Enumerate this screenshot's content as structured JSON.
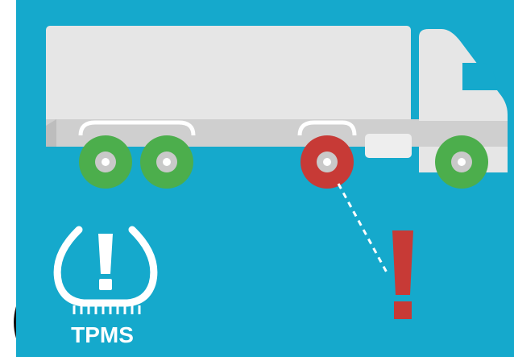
{
  "tpms_label": "TPMS",
  "alert_symbol": "!",
  "colors": {
    "background": "#15a9cc",
    "truck_body": "#e6e6e6",
    "chassis": "#cfcfcf",
    "wheel_ok": "#4cae4c",
    "wheel_alert": "#c73a36",
    "hub": "#c9c9c9",
    "alert_mark": "#c73a36",
    "tpms_icon": "#ffffff"
  },
  "icons": [
    "truck-icon",
    "tpms-warning-icon",
    "exclamation-icon"
  ],
  "wheels": [
    {
      "name": "rear-wheel-1",
      "status": "ok"
    },
    {
      "name": "rear-wheel-2",
      "status": "ok"
    },
    {
      "name": "middle-wheel",
      "status": "alert"
    },
    {
      "name": "front-wheel",
      "status": "ok"
    }
  ]
}
